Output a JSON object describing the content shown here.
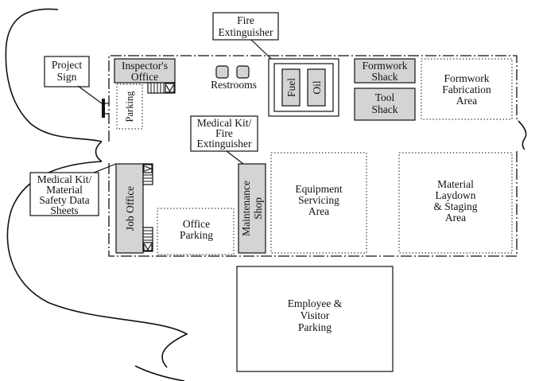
{
  "labels": {
    "fire_extinguisher_line1": "Fire",
    "fire_extinguisher_line2": "Extinguisher",
    "project_sign_line1": "Project",
    "project_sign_line2": "Sign",
    "inspectors_office_line1": "Inspector's",
    "inspectors_office_line2": "Office",
    "restrooms": "Restrooms",
    "fuel": "Fuel",
    "oil": "Oil",
    "formwork_shack_line1": "Formwork",
    "formwork_shack_line2": "Shack",
    "tool_shack_line1": "Tool",
    "tool_shack_line2": "Shack",
    "formwork_fabrication_line1": "Formwork",
    "formwork_fabrication_line2": "Fabrication",
    "formwork_fabrication_line3": "Area",
    "parking": "Parking",
    "medkit_fire_line1": "Medical Kit/",
    "medkit_fire_line2": "Fire",
    "medkit_fire_line3": "Extinguisher",
    "medkit_msds_line1": "Medical Kit/",
    "medkit_msds_line2": "Material",
    "medkit_msds_line3": "Safety Data",
    "medkit_msds_line4": "Sheets",
    "job_office": "Job Office",
    "office_parking_line1": "Office",
    "office_parking_line2": "Parking",
    "maintenance_shop_line1": "Maintenance",
    "maintenance_shop_line2": "Shop",
    "equipment_servicing_line1": "Equipment",
    "equipment_servicing_line2": "Servicing",
    "equipment_servicing_line3": "Area",
    "material_laydown_line1": "Material",
    "material_laydown_line2": "Laydown",
    "material_laydown_line3": "& Staging",
    "material_laydown_line4": "Area",
    "employee_parking_line1": "Employee &",
    "employee_parking_line2": "Visitor",
    "employee_parking_line3": "Parking"
  }
}
